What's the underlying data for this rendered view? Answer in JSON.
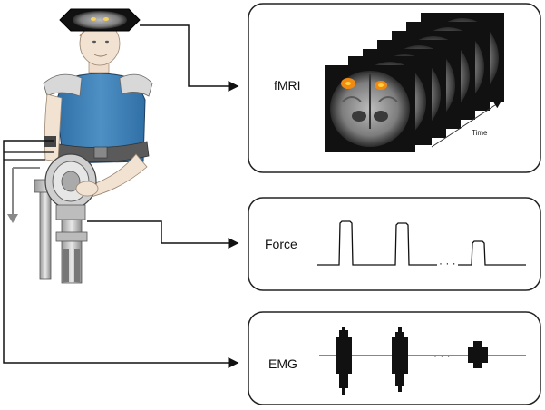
{
  "panels": {
    "fmri": {
      "label": "fMRI",
      "time_label": "Time"
    },
    "force": {
      "label": "Force"
    },
    "emg": {
      "label": "EMG"
    }
  },
  "icons": {
    "subject": "seated-subject-illustration",
    "head_coil": "mri-head-coil-icon",
    "wrist_device": "wrist-force-device-icon",
    "brain_slices": "brain-slice-stack-icon"
  },
  "colors": {
    "vest": "#3d7fb5",
    "skin": "#f2e2d2",
    "activation": "#f08a10",
    "panel_border": "#222222"
  }
}
